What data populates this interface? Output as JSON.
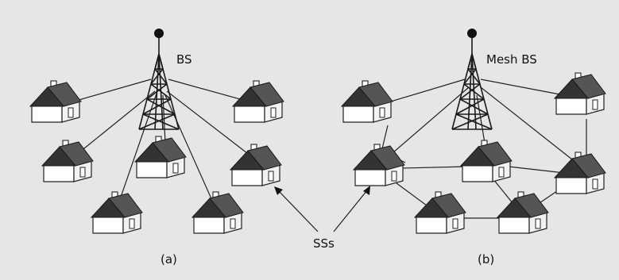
{
  "labels": {
    "bs": "BS",
    "mesh_bs": "Mesh BS",
    "ss": "SSs",
    "panel_a": "(a)",
    "panel_b": "(b)"
  },
  "colors": {
    "background": "#e6e6e6",
    "roof": "#333333",
    "line": "#222222"
  }
}
